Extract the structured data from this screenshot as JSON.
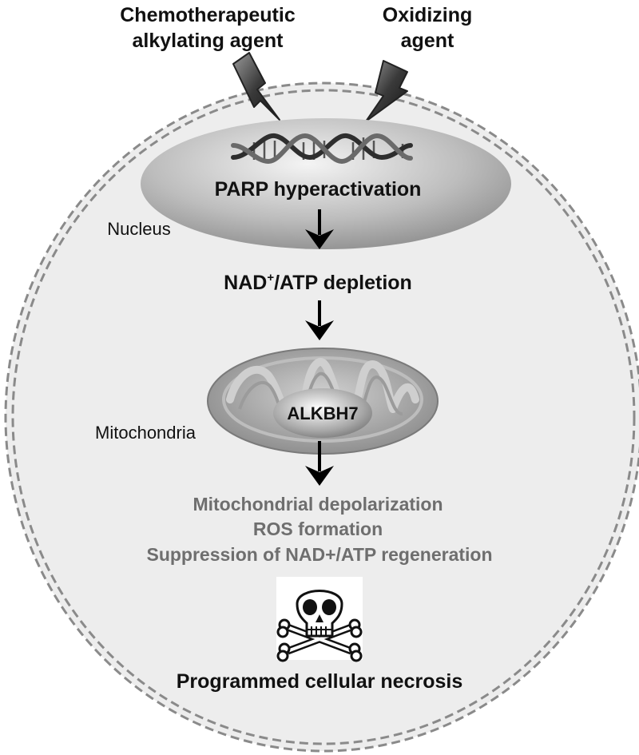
{
  "stimuli": {
    "left": {
      "line1": "Chemotherapeutic",
      "line2": "alkylating agent"
    },
    "right": {
      "line1": "Oxidizing",
      "line2": "agent"
    }
  },
  "nucleus": {
    "label": "Nucleus",
    "event": "PARP hyperactivation"
  },
  "depletion": {
    "prefix": "NAD",
    "superscript": "+",
    "suffix": "/ATP depletion"
  },
  "mitochondria": {
    "label": "Mitochondria",
    "protein": "ALKBH7"
  },
  "consequences": [
    "Mitochondrial depolarization",
    "ROS formation",
    "Suppression of NAD+/ATP regeneration"
  ],
  "outcome": {
    "icon": "skull-and-crossbones-icon",
    "label": "Programmed cellular necrosis"
  },
  "colors": {
    "consequence_text": "#6e6e6e",
    "main_text": "#111111",
    "cell_fill": "#ededed"
  }
}
